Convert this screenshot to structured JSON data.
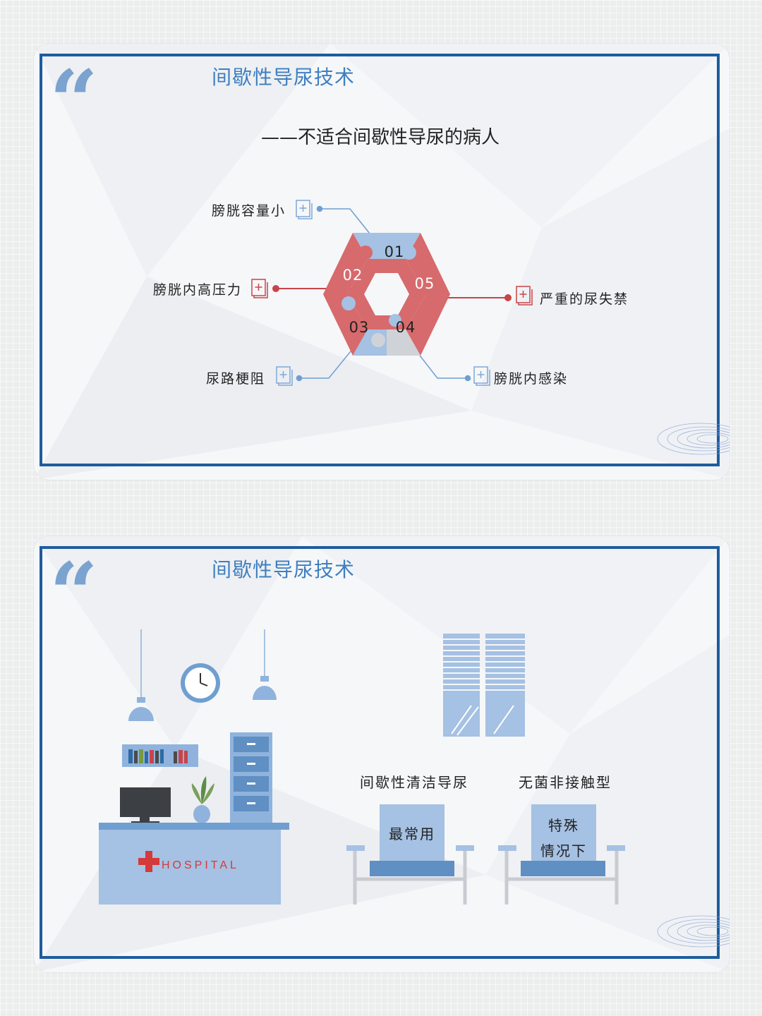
{
  "slide1": {
    "title": "间歇性导尿技术",
    "subtitle": "——不适合间歇性导尿的病人",
    "quote_icon": "quote-mark-icon",
    "hex_numbers": [
      "01",
      "02",
      "03",
      "04",
      "05"
    ],
    "items": [
      {
        "num": "01",
        "label": "膀胱容量小"
      },
      {
        "num": "02",
        "label": "膀胱内高压力"
      },
      {
        "num": "03",
        "label": "尿路梗阻"
      },
      {
        "num": "04",
        "label": "膀胱内感染"
      },
      {
        "num": "05",
        "label": "严重的尿失禁"
      }
    ],
    "colors": {
      "accent_red": "#d76a6c",
      "accent_blue": "#8fb3dc",
      "gray": "#cfd3d8",
      "frame": "#1e5c9e"
    }
  },
  "slide2": {
    "title": "间歇性导尿技术",
    "quote_icon": "quote-mark-icon",
    "hospital_sign": "HOSPITAL",
    "options": [
      {
        "heading": "间歇性清洁导尿",
        "chair_text": "最常用"
      },
      {
        "heading": "无菌非接触型",
        "chair_text_line1": "特殊",
        "chair_text_line2": "情况下"
      }
    ]
  }
}
